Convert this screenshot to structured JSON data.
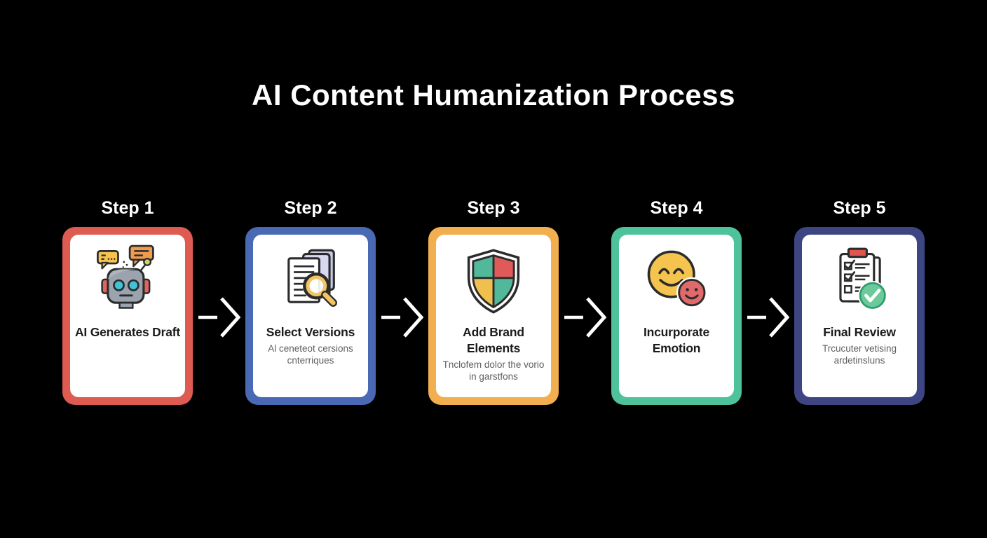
{
  "title": "AI Content Humanization Process",
  "steps": [
    {
      "label": "Step 1",
      "title": "AI Generates Draft",
      "subtitle": "",
      "accent": "#DD5B51",
      "icon": "robot-chat-icon"
    },
    {
      "label": "Step 2",
      "title": "Select Versions",
      "subtitle": "Al ceneteot cersions cnterriques",
      "accent": "#4A69B4",
      "icon": "documents-magnifier-icon"
    },
    {
      "label": "Step 3",
      "title": "Add Brand Elements",
      "subtitle": "Tnclofem dolor the vorio in garstfons",
      "accent": "#F2AF4F",
      "icon": "brand-shield-icon"
    },
    {
      "label": "Step 4",
      "title": "Incurporate Emotion",
      "subtitle": "",
      "accent": "#4EC39B",
      "icon": "smiley-faces-icon"
    },
    {
      "label": "Step 5",
      "title": "Final Review",
      "subtitle": "Trcucuter vetising ardetinsluns",
      "accent": "#3E4583",
      "icon": "checklist-approved-icon"
    }
  ],
  "colors": {
    "background": "#000000",
    "card_background": "#FFFFFF",
    "heading_text": "#FFFFFF",
    "step_label_text": "#FFFFFF",
    "card_title_text": "#1B1B1B",
    "card_subtitle_text": "#5F5F5F",
    "arrow": "#FFFFFF"
  }
}
